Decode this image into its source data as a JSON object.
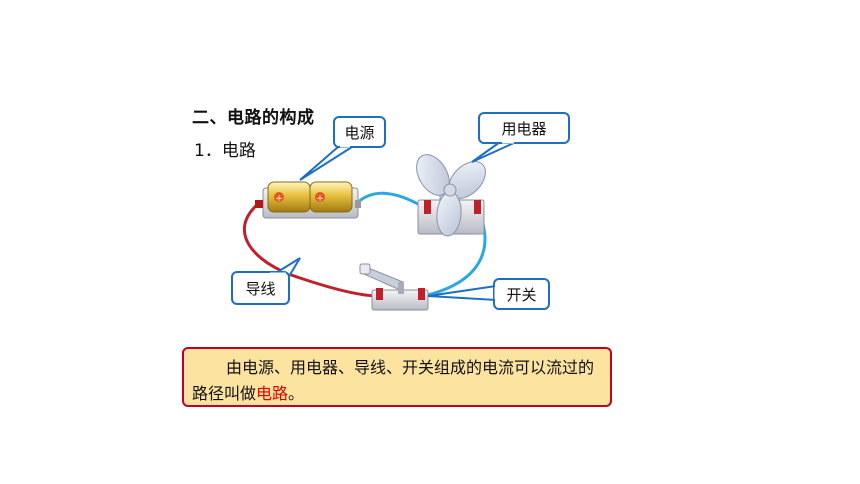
{
  "section": {
    "heading": "二、电路的构成",
    "subheading": "1．电路"
  },
  "callouts": {
    "power_source": "电源",
    "appliance": "用电器",
    "wire": "导线",
    "switch": "开关"
  },
  "definition": {
    "text_before": "由电源、用电器、导线、开关组成的电流可以流过的路径叫做",
    "highlight": "电路",
    "text_after": "。"
  },
  "colors": {
    "callout_border": "#1f6fc0",
    "wire_red": "#c0202a",
    "wire_blue": "#2aa8e0",
    "definition_bg": "#fde3a0",
    "definition_border": "#c0002a",
    "highlight_text": "#e00000"
  },
  "components": [
    "battery-pack",
    "fan-motor",
    "knife-switch",
    "wires"
  ]
}
